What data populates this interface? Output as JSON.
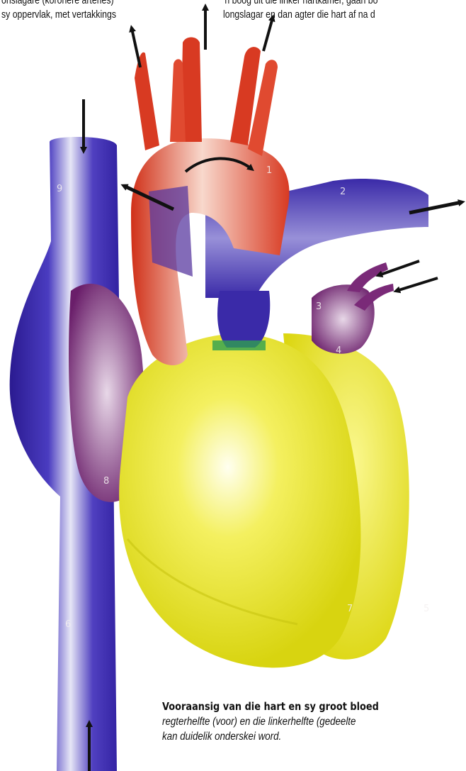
{
  "top_left_text": {
    "line1": "onslagare (koronêre arteries)",
    "line2": "sy oppervlak, met vertakkings"
  },
  "top_right_text": {
    "line1": "'n boog uit die linker hartkamer, gaan bo",
    "line2": "longslagar en dan agter die hart af na d"
  },
  "labels": {
    "l1": "1",
    "l2": "2",
    "l3": "3",
    "l4": "4",
    "l5": "5",
    "l6": "6",
    "l7": "7",
    "l8": "8",
    "l9": "9"
  },
  "caption": {
    "title": "Vooraansig van die hart en sy groot bloed",
    "line2": "regterhelfte (voor) en die linkerhelfte (gedeelte",
    "line3": "kan duidelik onderskei word."
  },
  "colors": {
    "aorta_red": "#d83a22",
    "vein_blue": "#3a2aa8",
    "atrium_purple": "#7a2a78",
    "ventricle_yellow": "#e8e21a"
  }
}
